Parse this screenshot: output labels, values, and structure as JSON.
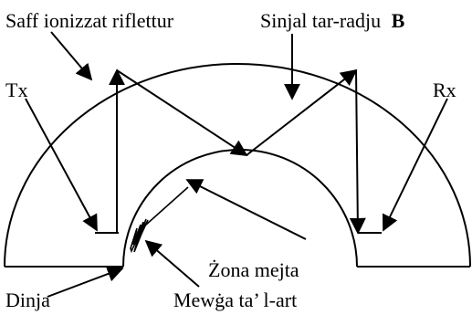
{
  "labels": {
    "reflecting_layer": "Saff ionizzat riflettur",
    "radio_signal": "Sinjal tar-radju",
    "radio_signal_bold": "B",
    "transmitter": "Tx",
    "receiver": "Rx",
    "dead_zone": "Żona mejta",
    "earth": "Dinja",
    "ground_wave": "Mewġa ta’ l-art"
  }
}
